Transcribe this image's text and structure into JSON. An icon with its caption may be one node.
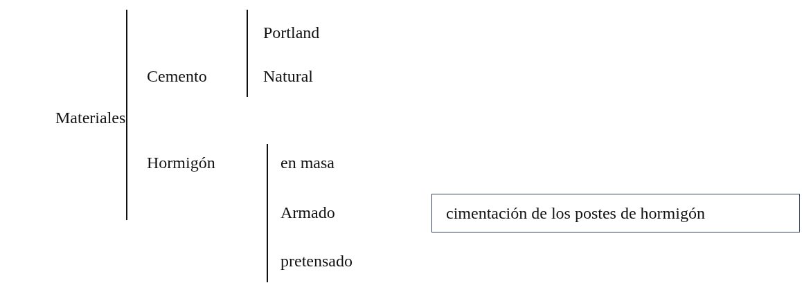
{
  "diagram": {
    "nodes": [
      {
        "text": [
          "cimentación de los postes de hormigón"
        ]
      }
    ],
    "labels": [
      "Portland",
      "Cemento",
      "Natural",
      "Materiales",
      "Hormigón",
      "en masa",
      "Armado",
      "pretensado"
    ]
  }
}
